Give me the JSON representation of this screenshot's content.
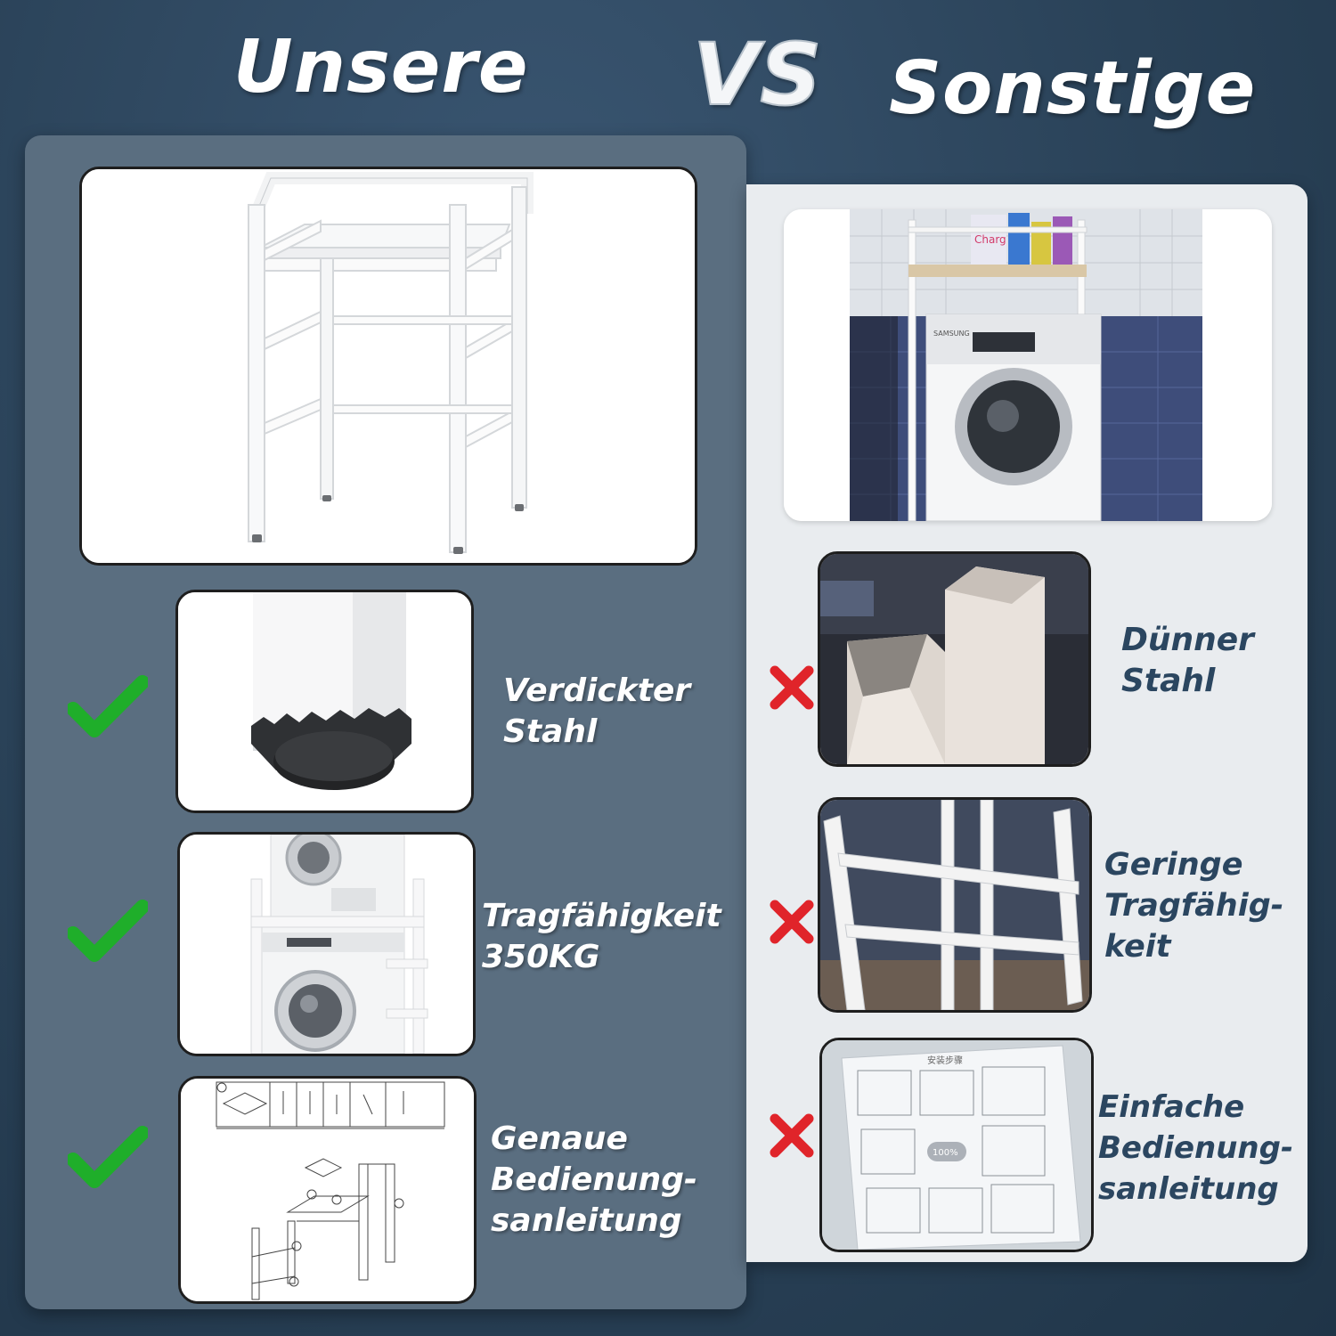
{
  "header": {
    "ours_label": "Unsere",
    "vs_label": "VS",
    "other_label": "Sonstige"
  },
  "ours": {
    "features": [
      {
        "line1": "Verdickter",
        "line2": "Stahl",
        "line3": ""
      },
      {
        "line1": "Tragfähigkeit",
        "line2": "350KG",
        "line3": ""
      },
      {
        "line1": "Genaue",
        "line2": "Bedienung-",
        "line3": "sanleitung"
      }
    ]
  },
  "other": {
    "features": [
      {
        "line1": "Dünner",
        "line2": "Stahl",
        "line3": ""
      },
      {
        "line1": "Geringe",
        "line2": "Tragfähig-",
        "line3": "keit"
      },
      {
        "line1": "Einfache",
        "line2": "Bedienung-",
        "line3": "sanleitung"
      }
    ]
  },
  "photo_labels": {
    "washer_brand": "SAMSUNG",
    "detergent_label": "Charg",
    "manual_title": "安装步骤",
    "manual_zoom": "100%"
  },
  "colors": {
    "check": "#1fae2a",
    "cross": "#e0242a",
    "panel_ours": "#5a6e80",
    "panel_other": "#e9ecef",
    "other_text": "#2b4660"
  },
  "icons": {
    "positive": "check-icon",
    "negative": "cross-icon"
  }
}
